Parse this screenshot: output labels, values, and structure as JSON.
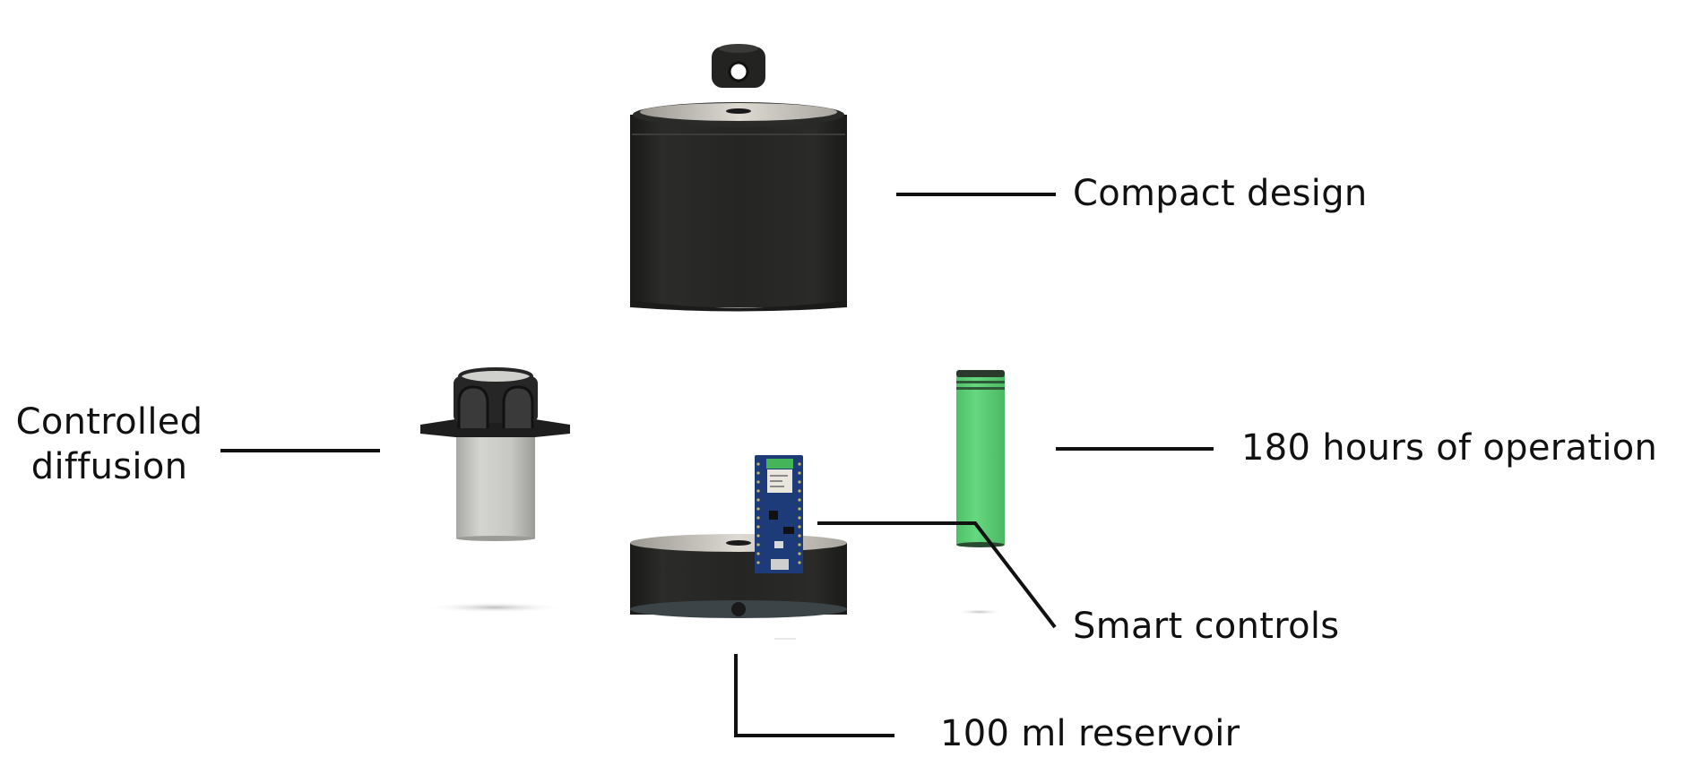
{
  "diagram": {
    "type": "exploded-product-view",
    "background": "#ffffff",
    "components": [
      {
        "id": "cap-knob",
        "name": "Top knob",
        "color": "#222220"
      },
      {
        "id": "outer-housing",
        "name": "Outer housing",
        "color": "#232321"
      },
      {
        "id": "diffuser",
        "name": "Diffuser module",
        "color": "#1f1f1f",
        "body_color": "#c8c8c4"
      },
      {
        "id": "battery",
        "name": "18650 battery cell",
        "color": "#5cd077"
      },
      {
        "id": "controller-board",
        "name": "Microcontroller board",
        "color": "#1d3b78"
      },
      {
        "id": "reservoir-base",
        "name": "Reservoir base",
        "color": "#232321"
      }
    ],
    "callouts": [
      {
        "id": "compact",
        "text": "Compact design",
        "target": "outer-housing"
      },
      {
        "id": "diffusion",
        "line1": "Controlled",
        "line2": "diffusion",
        "target": "diffuser"
      },
      {
        "id": "battery",
        "text": "180 hours of operation",
        "target": "battery"
      },
      {
        "id": "smart",
        "text": "Smart controls",
        "target": "controller-board"
      },
      {
        "id": "reservoir",
        "text": "100 ml reservoir",
        "target": "reservoir-base"
      }
    ],
    "line_color": "#111111"
  }
}
